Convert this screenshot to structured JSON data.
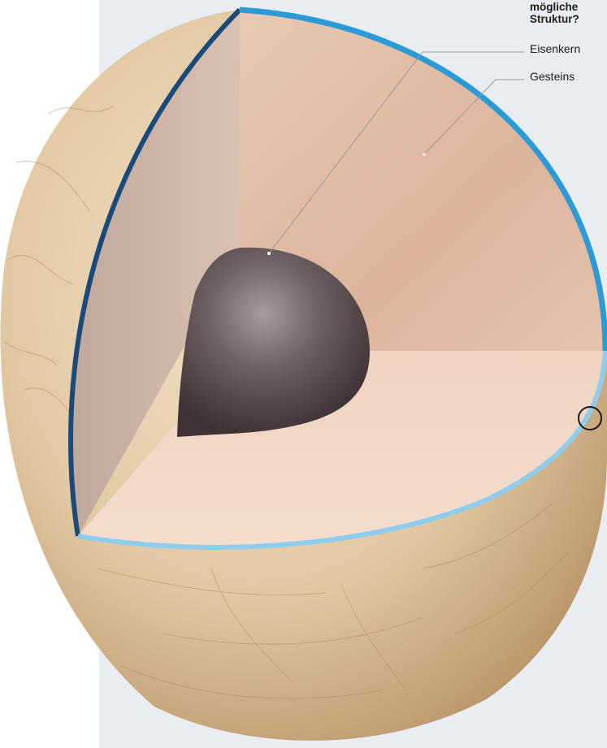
{
  "title": {
    "line1": "mögliche",
    "line2": "Struktur?"
  },
  "labels": {
    "iron_core": "Eisenkern",
    "rock_mantle": "Gesteins"
  },
  "colors": {
    "panel_background": "#e9edf1",
    "ice_shell_light": "#8fcdee",
    "ice_shell_dark": "#1a4a7a",
    "mantle": "#e3c3ad",
    "iron_core": "#5a4c4e",
    "surface": "#e7d2b4",
    "leader_line": "#9a9a9a"
  },
  "icons": [
    "magnifier-circle-icon"
  ]
}
